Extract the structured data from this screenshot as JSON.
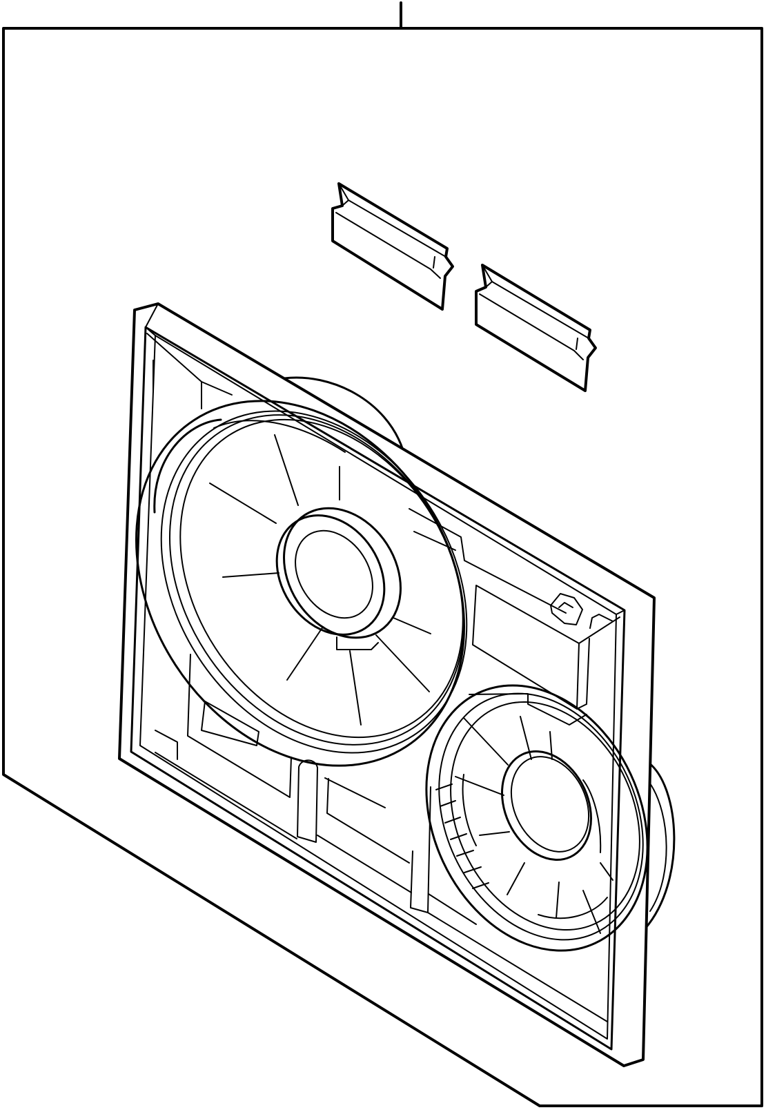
{
  "diagram": {
    "kind": "exploded-parts-illustration",
    "colors": {
      "line": "#000000",
      "background": "#ffffff"
    },
    "parts": [
      {
        "name": "fan-shroud-assembly"
      },
      {
        "name": "large-fan-impeller"
      },
      {
        "name": "small-fan-impeller"
      },
      {
        "name": "large-fan-motor"
      },
      {
        "name": "small-fan-motor"
      },
      {
        "name": "mounting-bracket-left"
      },
      {
        "name": "mounting-bracket-right"
      }
    ]
  }
}
